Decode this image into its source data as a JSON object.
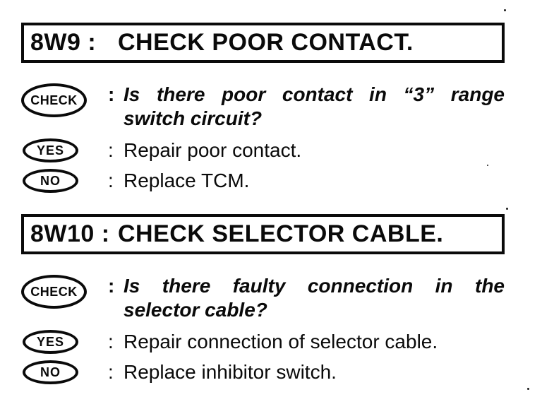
{
  "page": {
    "background_color": "#ffffff",
    "ink_color": "#0a0a0a",
    "kind": "scanned service manual diagnostic procedure"
  },
  "sections": [
    {
      "header": {
        "code": "8W9 :",
        "title": "CHECK POOR CONTACT."
      },
      "check_row": {
        "badge": "CHECK",
        "separator": ":",
        "line1": "Is there poor contact in “3” range",
        "line2": "switch circuit?"
      },
      "yes_row": {
        "badge": "YES",
        "separator": ":",
        "text": "Repair poor contact."
      },
      "no_row": {
        "badge": "NO",
        "separator": ":",
        "text": "Replace TCM."
      }
    },
    {
      "header": {
        "code": "8W10 :",
        "title": "CHECK SELECTOR CABLE."
      },
      "check_row": {
        "badge": "CHECK",
        "separator": ":",
        "line1": "Is there faulty connection in the",
        "line2": "selector cable?"
      },
      "yes_row": {
        "badge": "YES",
        "separator": ":",
        "text": "Repair connection of selector cable."
      },
      "no_row": {
        "badge": "NO",
        "separator": ":",
        "text": "Replace inhibitor switch."
      }
    }
  ]
}
